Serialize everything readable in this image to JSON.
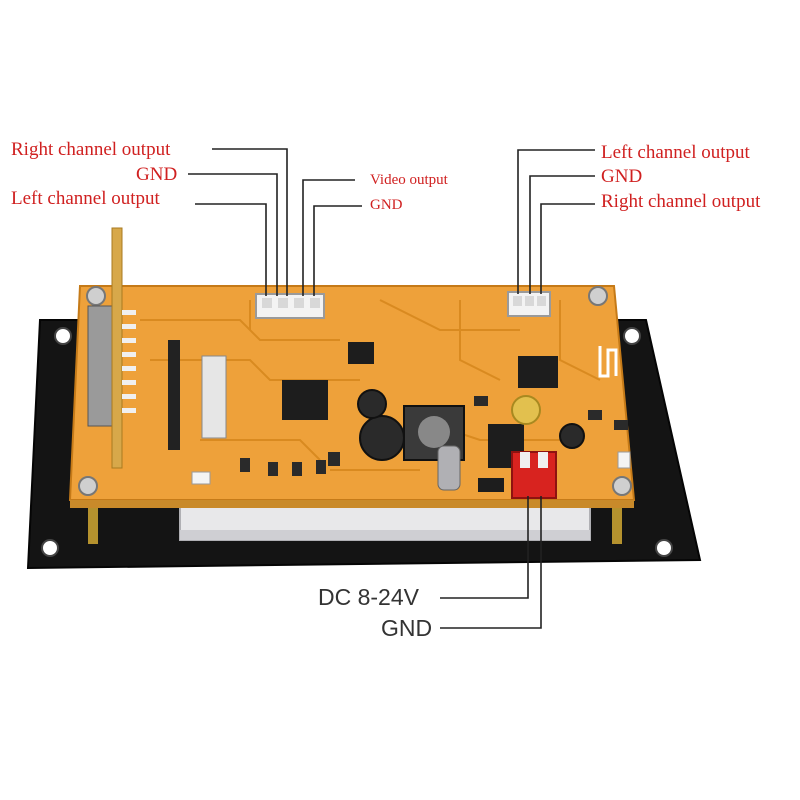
{
  "labels": {
    "left_group": {
      "right_channel_output": "Right channel output",
      "gnd": "GND",
      "left_channel_output": "Left channel output"
    },
    "video_group": {
      "video_output": "Video output",
      "gnd": "GND"
    },
    "right_group": {
      "left_channel_output": "Left channel output",
      "gnd": "GND",
      "right_channel_output": "Right channel output"
    },
    "power_group": {
      "dc_input": "DC 8-24V",
      "gnd": "GND"
    }
  },
  "colors": {
    "label_red": "#d02020",
    "label_dark": "#333333",
    "pcb_orange": "#eea13a",
    "bracket_black": "#121212",
    "connector_red": "#d8231f"
  }
}
